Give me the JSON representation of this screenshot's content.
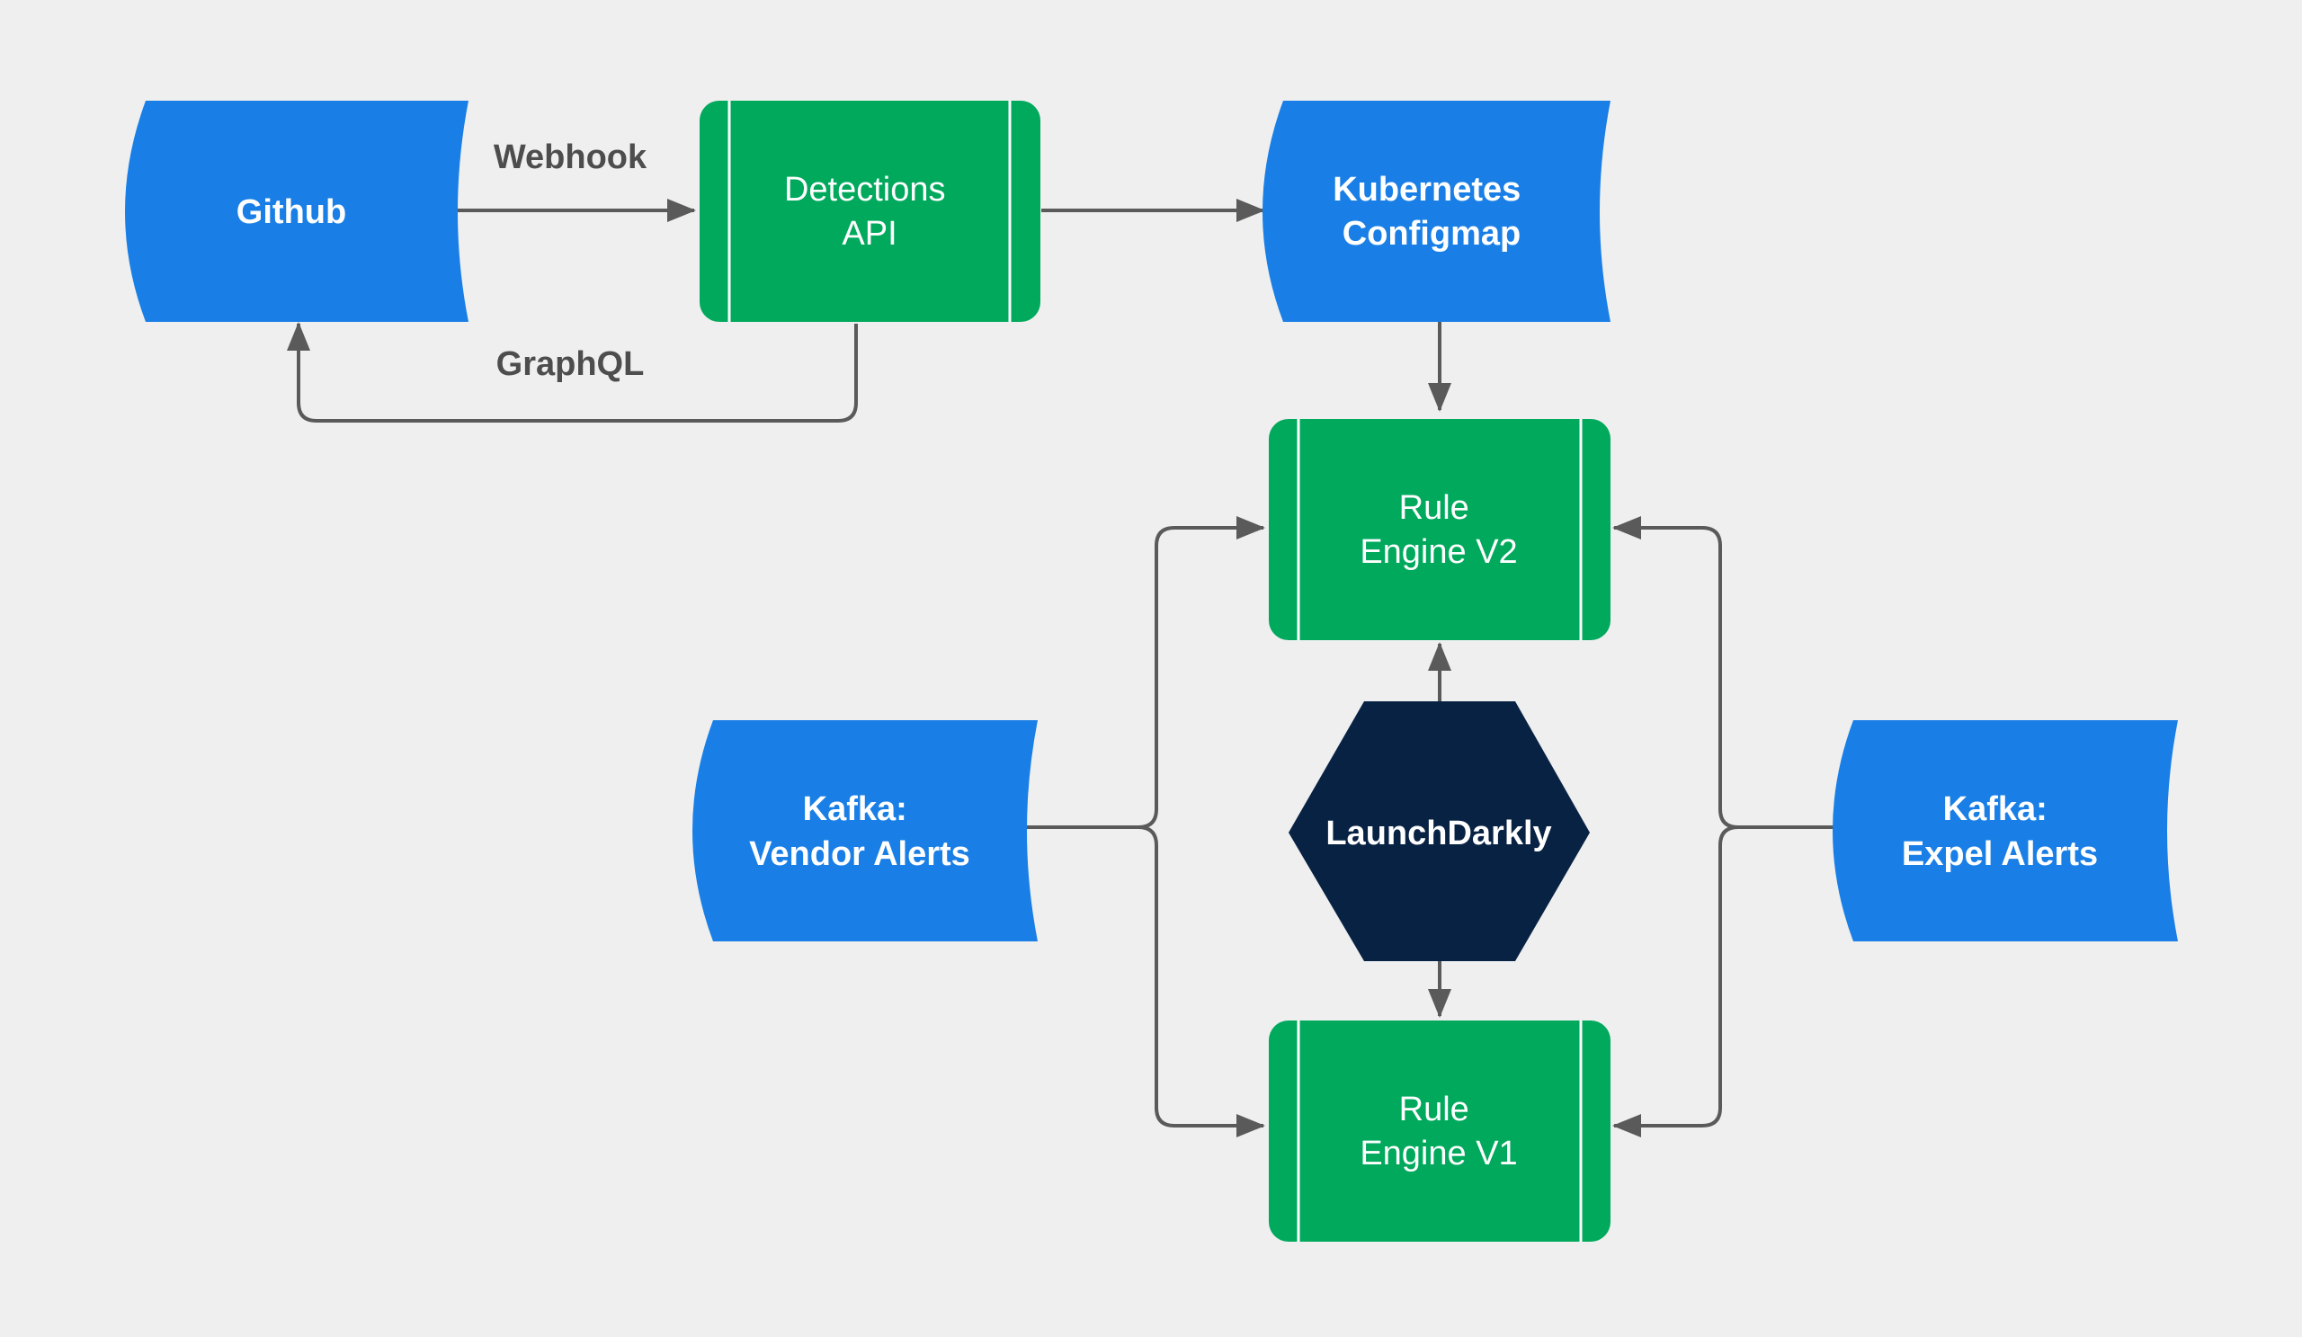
{
  "colors": {
    "background": "#efefef",
    "data_node": "#197fe6",
    "process_node": "#00a95c",
    "decision_node": "#082244",
    "edge": "#5a5a5a",
    "text_light": "#ffffff",
    "edge_text": "#4d4d4d"
  },
  "nodes": {
    "github": {
      "lines": [
        "Github"
      ]
    },
    "detections_api": {
      "lines": [
        "Detections",
        "API"
      ]
    },
    "kubernetes_configmap": {
      "lines": [
        "Kubernetes",
        "Configmap"
      ]
    },
    "rule_engine_v2": {
      "lines": [
        "Rule",
        "Engine V2"
      ]
    },
    "launchdarkly": {
      "lines": [
        "LaunchDarkly"
      ]
    },
    "rule_engine_v1": {
      "lines": [
        "Rule",
        "Engine V1"
      ]
    },
    "kafka_vendor_alerts": {
      "lines": [
        "Kafka:",
        "Vendor Alerts"
      ]
    },
    "kafka_expel_alerts": {
      "lines": [
        "Kafka:",
        "Expel Alerts"
      ]
    }
  },
  "edges": {
    "webhook": {
      "label": "Webhook"
    },
    "graphql": {
      "label": "GraphQL"
    }
  }
}
